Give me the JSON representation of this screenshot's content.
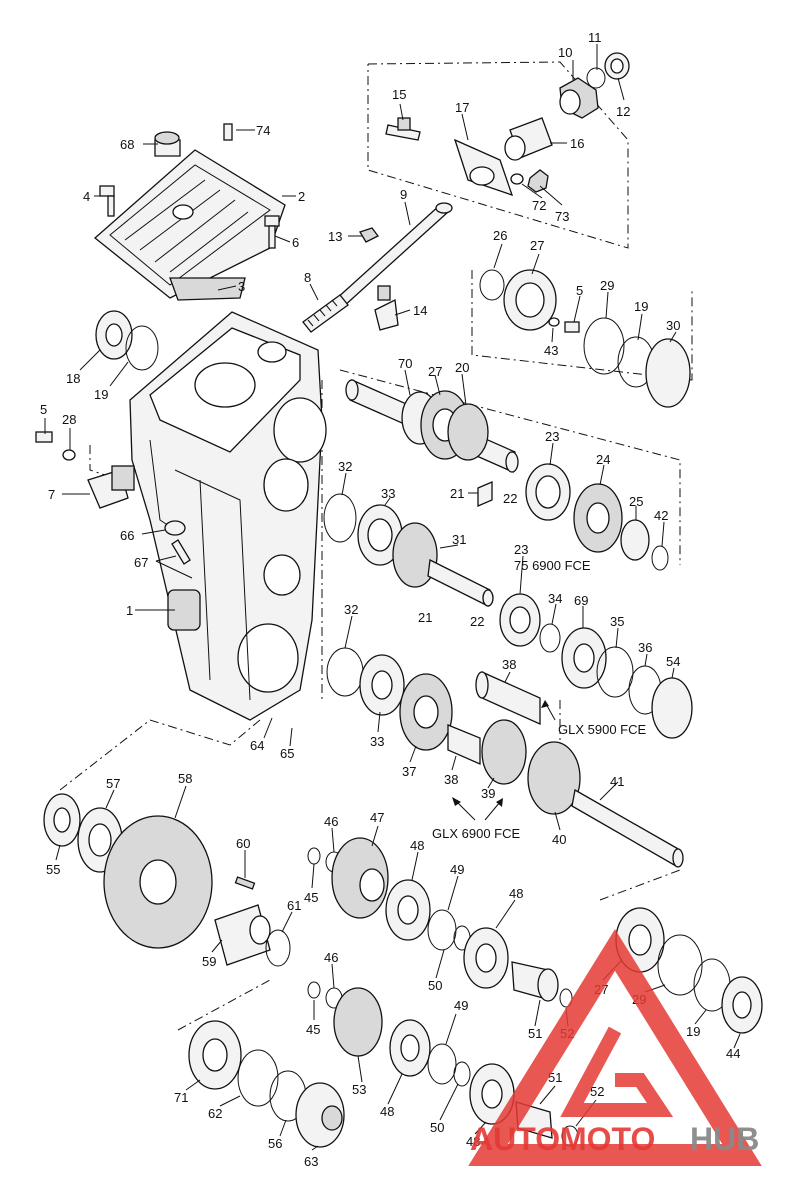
{
  "diagram": {
    "callouts": [
      {
        "id": "c10",
        "text": "10"
      },
      {
        "id": "c11",
        "text": "11"
      },
      {
        "id": "c12",
        "text": "12"
      },
      {
        "id": "c15",
        "text": "15"
      },
      {
        "id": "c17",
        "text": "17"
      },
      {
        "id": "c16",
        "text": "16"
      },
      {
        "id": "c74",
        "text": "74"
      },
      {
        "id": "c68",
        "text": "68"
      },
      {
        "id": "c4a",
        "text": "4"
      },
      {
        "id": "c2",
        "text": "2"
      },
      {
        "id": "c6",
        "text": "6"
      },
      {
        "id": "c9",
        "text": "9"
      },
      {
        "id": "c13",
        "text": "13"
      },
      {
        "id": "c72",
        "text": "72"
      },
      {
        "id": "c73",
        "text": "73"
      },
      {
        "id": "c3",
        "text": "3"
      },
      {
        "id": "c8",
        "text": "8"
      },
      {
        "id": "c14",
        "text": "14"
      },
      {
        "id": "c26",
        "text": "26"
      },
      {
        "id": "c27a",
        "text": "27"
      },
      {
        "id": "c5a",
        "text": "5"
      },
      {
        "id": "c29a",
        "text": "29"
      },
      {
        "id": "c19a",
        "text": "19"
      },
      {
        "id": "c30",
        "text": "30"
      },
      {
        "id": "c43",
        "text": "43"
      },
      {
        "id": "c18",
        "text": "18"
      },
      {
        "id": "c19b",
        "text": "19"
      },
      {
        "id": "c70",
        "text": "70"
      },
      {
        "id": "c27b",
        "text": "27"
      },
      {
        "id": "c20",
        "text": "20"
      },
      {
        "id": "c5b",
        "text": "5"
      },
      {
        "id": "c28",
        "text": "28"
      },
      {
        "id": "c23a",
        "text": "23"
      },
      {
        "id": "c24",
        "text": "24"
      },
      {
        "id": "c7",
        "text": "7"
      },
      {
        "id": "c32a",
        "text": "32"
      },
      {
        "id": "c33a",
        "text": "33"
      },
      {
        "id": "c21a",
        "text": "21"
      },
      {
        "id": "c22a",
        "text": "22"
      },
      {
        "id": "c25",
        "text": "25"
      },
      {
        "id": "c42",
        "text": "42"
      },
      {
        "id": "c66",
        "text": "66"
      },
      {
        "id": "c31",
        "text": "31"
      },
      {
        "id": "c67",
        "text": "67"
      },
      {
        "id": "c23b",
        "text": "23"
      },
      {
        "id": "c75",
        "text": "75 6900 FCE"
      },
      {
        "id": "c34",
        "text": "34"
      },
      {
        "id": "c69",
        "text": "69"
      },
      {
        "id": "c1",
        "text": "1"
      },
      {
        "id": "c32b",
        "text": "32"
      },
      {
        "id": "c21b",
        "text": "21"
      },
      {
        "id": "c22b",
        "text": "22"
      },
      {
        "id": "c35",
        "text": "35"
      },
      {
        "id": "c36",
        "text": "36"
      },
      {
        "id": "c54",
        "text": "54"
      },
      {
        "id": "c38a",
        "text": "38"
      },
      {
        "id": "c64",
        "text": "64"
      },
      {
        "id": "c65",
        "text": "65"
      },
      {
        "id": "c33b",
        "text": "33"
      },
      {
        "id": "c37",
        "text": "37"
      },
      {
        "id": "c38b",
        "text": "38"
      },
      {
        "id": "c39",
        "text": "39"
      },
      {
        "id": "c41",
        "text": "41"
      },
      {
        "id": "c40",
        "text": "40"
      },
      {
        "id": "c58",
        "text": "58"
      },
      {
        "id": "c57",
        "text": "57"
      },
      {
        "id": "c55",
        "text": "55"
      },
      {
        "id": "c60",
        "text": "60"
      },
      {
        "id": "c46a",
        "text": "46"
      },
      {
        "id": "c47",
        "text": "47"
      },
      {
        "id": "c48a",
        "text": "48"
      },
      {
        "id": "c45a",
        "text": "45"
      },
      {
        "id": "c49a",
        "text": "49"
      },
      {
        "id": "c48b",
        "text": "48"
      },
      {
        "id": "c61",
        "text": "61"
      },
      {
        "id": "c59",
        "text": "59"
      },
      {
        "id": "c50a",
        "text": "50"
      },
      {
        "id": "c27c",
        "text": "27"
      },
      {
        "id": "c29b",
        "text": "29"
      },
      {
        "id": "c46b",
        "text": "46"
      },
      {
        "id": "c45b",
        "text": "45"
      },
      {
        "id": "c51a",
        "text": "51"
      },
      {
        "id": "c52a",
        "text": "52"
      },
      {
        "id": "c19c",
        "text": "19"
      },
      {
        "id": "c44",
        "text": "44"
      },
      {
        "id": "c49b",
        "text": "49"
      },
      {
        "id": "c71",
        "text": "71"
      },
      {
        "id": "c62",
        "text": "62"
      },
      {
        "id": "c53",
        "text": "53"
      },
      {
        "id": "c48c",
        "text": "48"
      },
      {
        "id": "c56",
        "text": "56"
      },
      {
        "id": "c50b",
        "text": "50"
      },
      {
        "id": "c51b",
        "text": "51"
      },
      {
        "id": "c52b",
        "text": "52"
      },
      {
        "id": "c48d",
        "text": "48"
      },
      {
        "id": "c63",
        "text": "63"
      }
    ],
    "notes": {
      "glx5900": "GLX 5900 FCE",
      "glx6900": "GLX 6900 FCE"
    }
  },
  "watermark": {
    "part1": "AUTO",
    "part2": "MOTO",
    "part3": "HUB",
    "color_red": "#e53935",
    "color_gray": "#8a8a8a"
  }
}
